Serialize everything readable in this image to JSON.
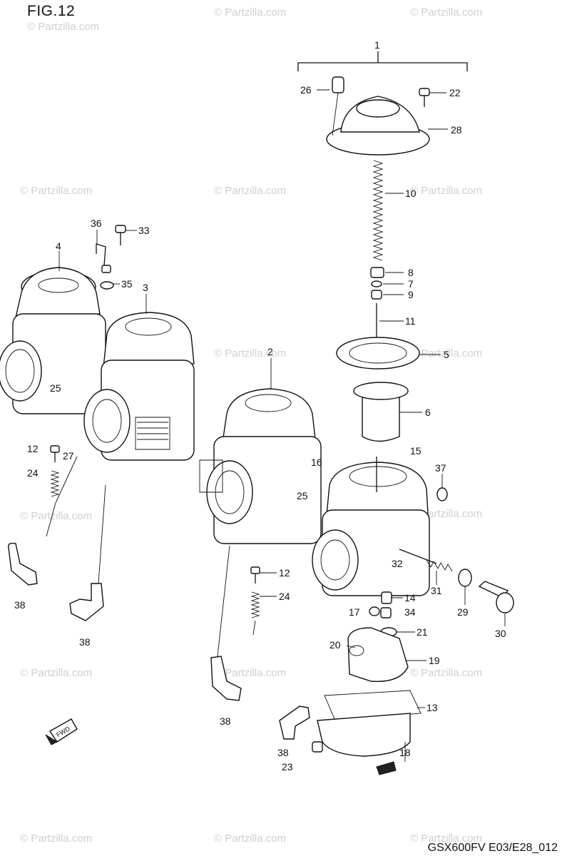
{
  "figure": {
    "title": "FIG.12",
    "code": "GSX600FV E03/E28_012",
    "watermark": "© Partzilla.com",
    "fwd_label": "FWD"
  },
  "callouts": [
    {
      "id": "c1",
      "text": "1"
    },
    {
      "id": "c2",
      "text": "2"
    },
    {
      "id": "c3",
      "text": "3"
    },
    {
      "id": "c4",
      "text": "4"
    },
    {
      "id": "c5",
      "text": "5"
    },
    {
      "id": "c6",
      "text": "6"
    },
    {
      "id": "c7",
      "text": "7"
    },
    {
      "id": "c8",
      "text": "8"
    },
    {
      "id": "c9",
      "text": "9"
    },
    {
      "id": "c10",
      "text": "10"
    },
    {
      "id": "c11",
      "text": "11"
    },
    {
      "id": "c12a",
      "text": "12"
    },
    {
      "id": "c12b",
      "text": "12"
    },
    {
      "id": "c13",
      "text": "13"
    },
    {
      "id": "c14",
      "text": "14"
    },
    {
      "id": "c15",
      "text": "15"
    },
    {
      "id": "c16",
      "text": "16"
    },
    {
      "id": "c17",
      "text": "17"
    },
    {
      "id": "c18",
      "text": "18"
    },
    {
      "id": "c19",
      "text": "19"
    },
    {
      "id": "c20",
      "text": "20"
    },
    {
      "id": "c21",
      "text": "21"
    },
    {
      "id": "c22",
      "text": "22"
    },
    {
      "id": "c23",
      "text": "23"
    },
    {
      "id": "c24a",
      "text": "24"
    },
    {
      "id": "c24b",
      "text": "24"
    },
    {
      "id": "c25a",
      "text": "25"
    },
    {
      "id": "c25b",
      "text": "25"
    },
    {
      "id": "c26",
      "text": "26"
    },
    {
      "id": "c27",
      "text": "27"
    },
    {
      "id": "c28",
      "text": "28"
    },
    {
      "id": "c29",
      "text": "29"
    },
    {
      "id": "c30",
      "text": "30"
    },
    {
      "id": "c31",
      "text": "31"
    },
    {
      "id": "c32",
      "text": "32"
    },
    {
      "id": "c33",
      "text": "33"
    },
    {
      "id": "c34",
      "text": "34"
    },
    {
      "id": "c35",
      "text": "35"
    },
    {
      "id": "c36",
      "text": "36"
    },
    {
      "id": "c37",
      "text": "37"
    },
    {
      "id": "c38a",
      "text": "38"
    },
    {
      "id": "c38b",
      "text": "38"
    },
    {
      "id": "c38c",
      "text": "38"
    },
    {
      "id": "c38d",
      "text": "38"
    }
  ]
}
